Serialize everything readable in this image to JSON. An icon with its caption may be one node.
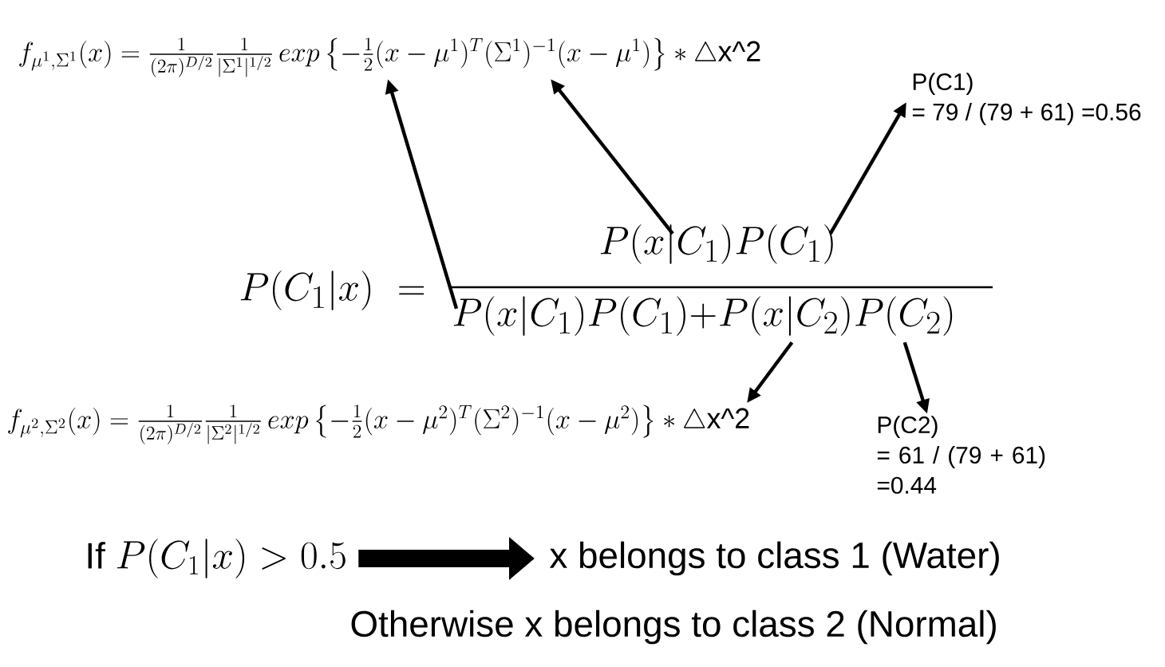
{
  "diagram": {
    "nodes": [
      {
        "text": [
          "f_{\\mu^1,\\Sigma^1}(x)=\\frac{1}{(2\\pi)^{D/2}}\\frac{1}{|\\Sigma^1|^{1/2}}\\,exp\\left\\{-\\frac{1}{2}(x-\\mu^1)^T(\\Sigma^1)^{-1}(x-\\mu^1)\\right\\}\\ast\\triangle\\text{x\\^{}2}"
        ]
      },
      {
        "text": [
          "P(C1)",
          "= 79 / (79 + 61) =0.56"
        ]
      },
      {
        "text": [
          "P(C_1|x)\\ ="
        ]
      },
      {
        "text": [
          "P(x|C_1)"
        ]
      },
      {
        "text": [
          "P(C_1)"
        ]
      },
      {
        "text": [
          "P(x|C_1)P(C_1)+"
        ]
      },
      {
        "text": [
          "P(x|C_2)"
        ]
      },
      {
        "text": [
          "P(C_2)"
        ]
      },
      {
        "text": [
          "f_{\\mu^2,\\Sigma^2}(x)=\\frac{1}{(2\\pi)^{D/2}}\\frac{1}{|\\Sigma^2|^{1/2}}\\,exp\\left\\{-\\frac{1}{2}(x-\\mu^2)^T(\\Sigma^2)^{-1}(x-\\mu^2)\\right\\}\\ast\\triangle\\text{x\\^{}2}"
        ]
      },
      {
        "text": [
          "P(C2)",
          "= 61 / (79 + 61) =0.44"
        ]
      },
      {
        "text": [
          "If",
          "P(C_1|x) > 0.5"
        ]
      },
      {
        "text": [
          "x belongs to class 1 (Water)"
        ]
      }
    ],
    "edges": [
      {
        "from": 5,
        "to": 0,
        "arrow": "to"
      },
      {
        "from": 3,
        "to": 0,
        "arrow": "to"
      },
      {
        "from": 4,
        "to": 1,
        "arrow": "to"
      },
      {
        "from": 6,
        "to": 8,
        "arrow": "to"
      },
      {
        "from": 7,
        "to": 9,
        "arrow": "to"
      },
      {
        "from": 10,
        "to": 11,
        "arrow": "to",
        "style": "thick"
      }
    ],
    "labels": [
      "Otherwise x belongs to class 2 (Normal)"
    ]
  }
}
